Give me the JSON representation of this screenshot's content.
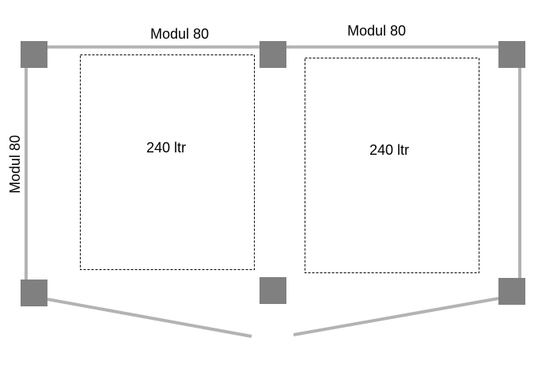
{
  "labels": {
    "top_left": "Modul 80",
    "top_right": "Modul 80",
    "left_side": "Modul 80"
  },
  "bins": [
    {
      "label": "240 ltr"
    },
    {
      "label": "240 ltr"
    }
  ],
  "colors": {
    "post": "#808080",
    "rail": "#b3b3b3",
    "bin_outline": "#000000"
  }
}
